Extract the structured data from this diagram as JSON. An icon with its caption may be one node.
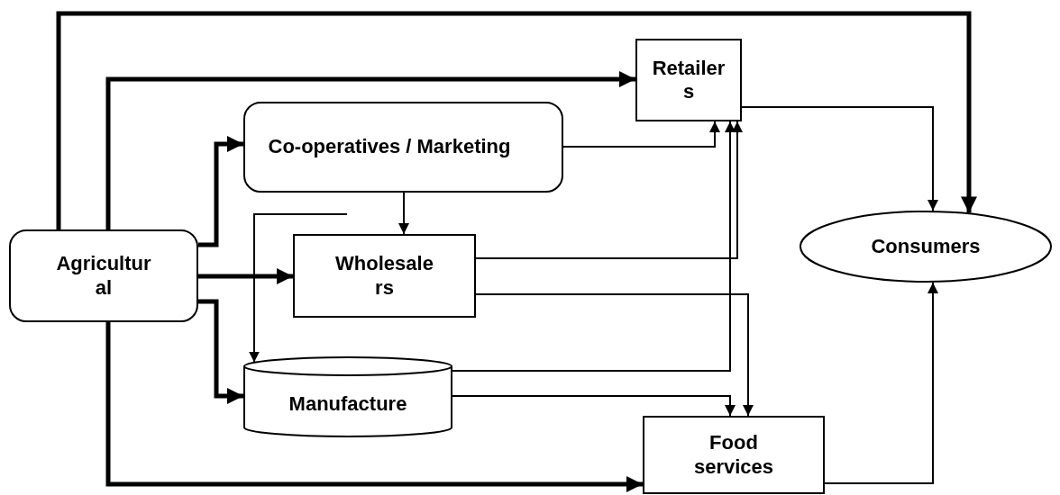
{
  "diagram": {
    "nodes": [
      {
        "text": [
          "Retailer s"
        ]
      },
      {
        "text": [
          "Co-operatives / Marketing"
        ]
      },
      {
        "text": [
          "Agricultur al"
        ]
      },
      {
        "text": [
          "Wholesale rs"
        ]
      },
      {
        "text": [
          "Consumers"
        ]
      },
      {
        "text": [
          "Manufacture"
        ]
      },
      {
        "text": [
          "Food services"
        ]
      }
    ],
    "edges": [
      {
        "from": 2,
        "to": 4,
        "arrow": "to",
        "style": "thick"
      },
      {
        "from": 2,
        "to": 0,
        "arrow": "to",
        "style": "thick"
      },
      {
        "from": 2,
        "to": 1,
        "arrow": "to",
        "style": "thick"
      },
      {
        "from": 2,
        "to": 3,
        "arrow": "to",
        "style": "thick"
      },
      {
        "from": 2,
        "to": 5,
        "arrow": "to",
        "style": "thick"
      },
      {
        "from": 2,
        "to": 6,
        "arrow": "to",
        "style": "thick"
      },
      {
        "from": 1,
        "to": 0,
        "arrow": "to"
      },
      {
        "from": 1,
        "to": 3,
        "arrow": "to"
      },
      {
        "from": null,
        "to": 5,
        "arrow": "to"
      },
      {
        "from": 3,
        "to": 0,
        "arrow": "to"
      },
      {
        "from": 5,
        "to": 0,
        "arrow": "to"
      },
      {
        "from": 3,
        "to": 6,
        "arrow": "to"
      },
      {
        "from": 5,
        "to": 6,
        "arrow": "to"
      },
      {
        "from": 0,
        "to": 4,
        "arrow": "to"
      },
      {
        "from": 6,
        "to": 4,
        "arrow": "to"
      }
    ]
  }
}
